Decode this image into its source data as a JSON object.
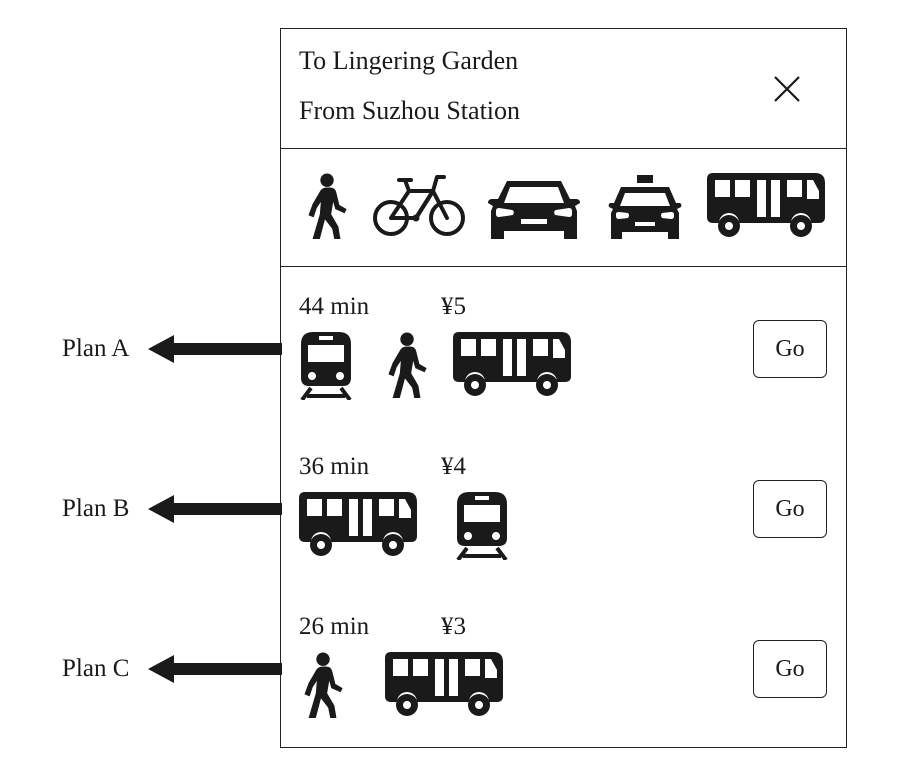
{
  "header": {
    "destination": "To Lingering Garden",
    "origin": "From Suzhou Station",
    "close_icon": "close-icon"
  },
  "modes": [
    {
      "name": "walk",
      "icon": "walk-icon"
    },
    {
      "name": "bike",
      "icon": "bike-icon"
    },
    {
      "name": "car",
      "icon": "car-icon"
    },
    {
      "name": "taxi",
      "icon": "taxi-icon"
    },
    {
      "name": "bus",
      "icon": "bus-icon"
    }
  ],
  "plans": [
    {
      "label": "Plan A",
      "time": "44 min",
      "price": "¥5",
      "modes": [
        "train-icon",
        "walk-icon",
        "bus-icon"
      ],
      "go_label": "Go"
    },
    {
      "label": "Plan B",
      "time": "36 min",
      "price": "¥4",
      "modes": [
        "bus-icon",
        "train-icon"
      ],
      "go_label": "Go"
    },
    {
      "label": "Plan C",
      "time": "26 min",
      "price": "¥3",
      "modes": [
        "walk-icon",
        "bus-icon"
      ],
      "go_label": "Go"
    }
  ],
  "colors": {
    "ink": "#1a1a1a",
    "background": "#ffffff"
  }
}
